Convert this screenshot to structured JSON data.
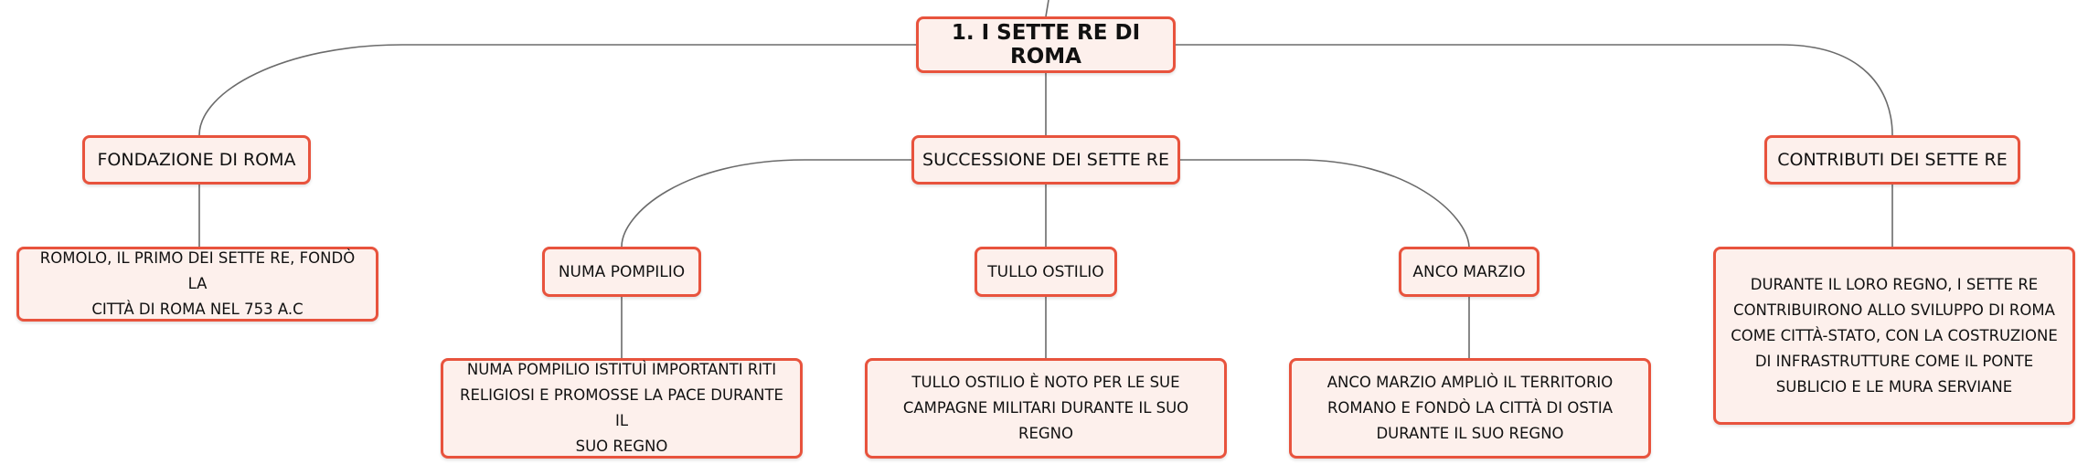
{
  "root": {
    "label": "1. I SETTE RE DI ROMA"
  },
  "branches": {
    "fondazione": {
      "label": "FONDAZIONE DI ROMA",
      "note": "ROMOLO, IL PRIMO DEI SETTE RE, FONDÒ LA\nCITTÀ DI ROMA NEL 753 A.C"
    },
    "successione": {
      "label": "SUCCESSIONE DEI SETTE RE",
      "kings": [
        {
          "label": "NUMA POMPILIO",
          "note": "NUMA POMPILIO ISTITUÌ IMPORTANTI RITI\nRELIGIOSI E PROMOSSE LA PACE DURANTE IL\nSUO REGNO"
        },
        {
          "label": "TULLO OSTILIO",
          "note": "TULLO OSTILIO È NOTO PER LE SUE\nCAMPAGNE MILITARI DURANTE IL SUO\nREGNO"
        },
        {
          "label": "ANCO MARZIO",
          "note": "ANCO MARZIO AMPLIÒ IL TERRITORIO\nROMANO E FONDÒ LA CITTÀ DI OSTIA\nDURANTE IL SUO REGNO"
        }
      ]
    },
    "contributi": {
      "label": "CONTRIBUTI DEI SETTE RE",
      "note": "DURANTE IL LORO REGNO, I SETTE RE\nCONTRIBUIRONO ALLO SVILUPPO DI ROMA\nCOME CITTÀ-STATO, CON LA COSTRUZIONE\nDI INFRASTRUTTURE COME IL PONTE\nSUBLICIO E LE MURA SERVIANE"
    }
  },
  "colors": {
    "node_border": "#e8533d",
    "node_fill": "#fdf0ec",
    "connector": "#6b6b6b"
  }
}
